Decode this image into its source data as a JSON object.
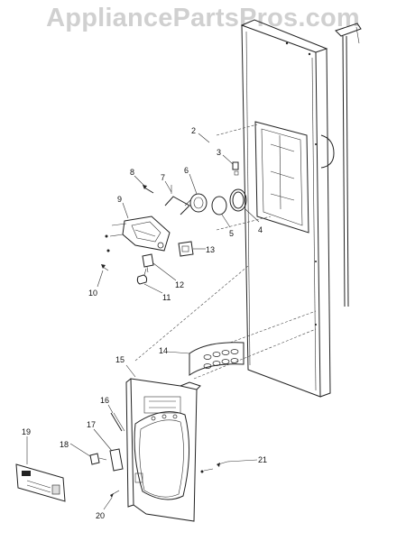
{
  "watermark": "AppliancePartsPros.com",
  "callouts": {
    "c2": "2",
    "c3": "3",
    "c4": "4",
    "c5": "5",
    "c6": "6",
    "c7": "7",
    "c8": "8",
    "c9": "9",
    "c10": "10",
    "c11": "11",
    "c12": "12",
    "c13": "13",
    "c14": "14",
    "c15": "15",
    "c16": "16",
    "c17": "17",
    "c18": "18",
    "c19": "19",
    "c20": "20",
    "c21": "21"
  }
}
